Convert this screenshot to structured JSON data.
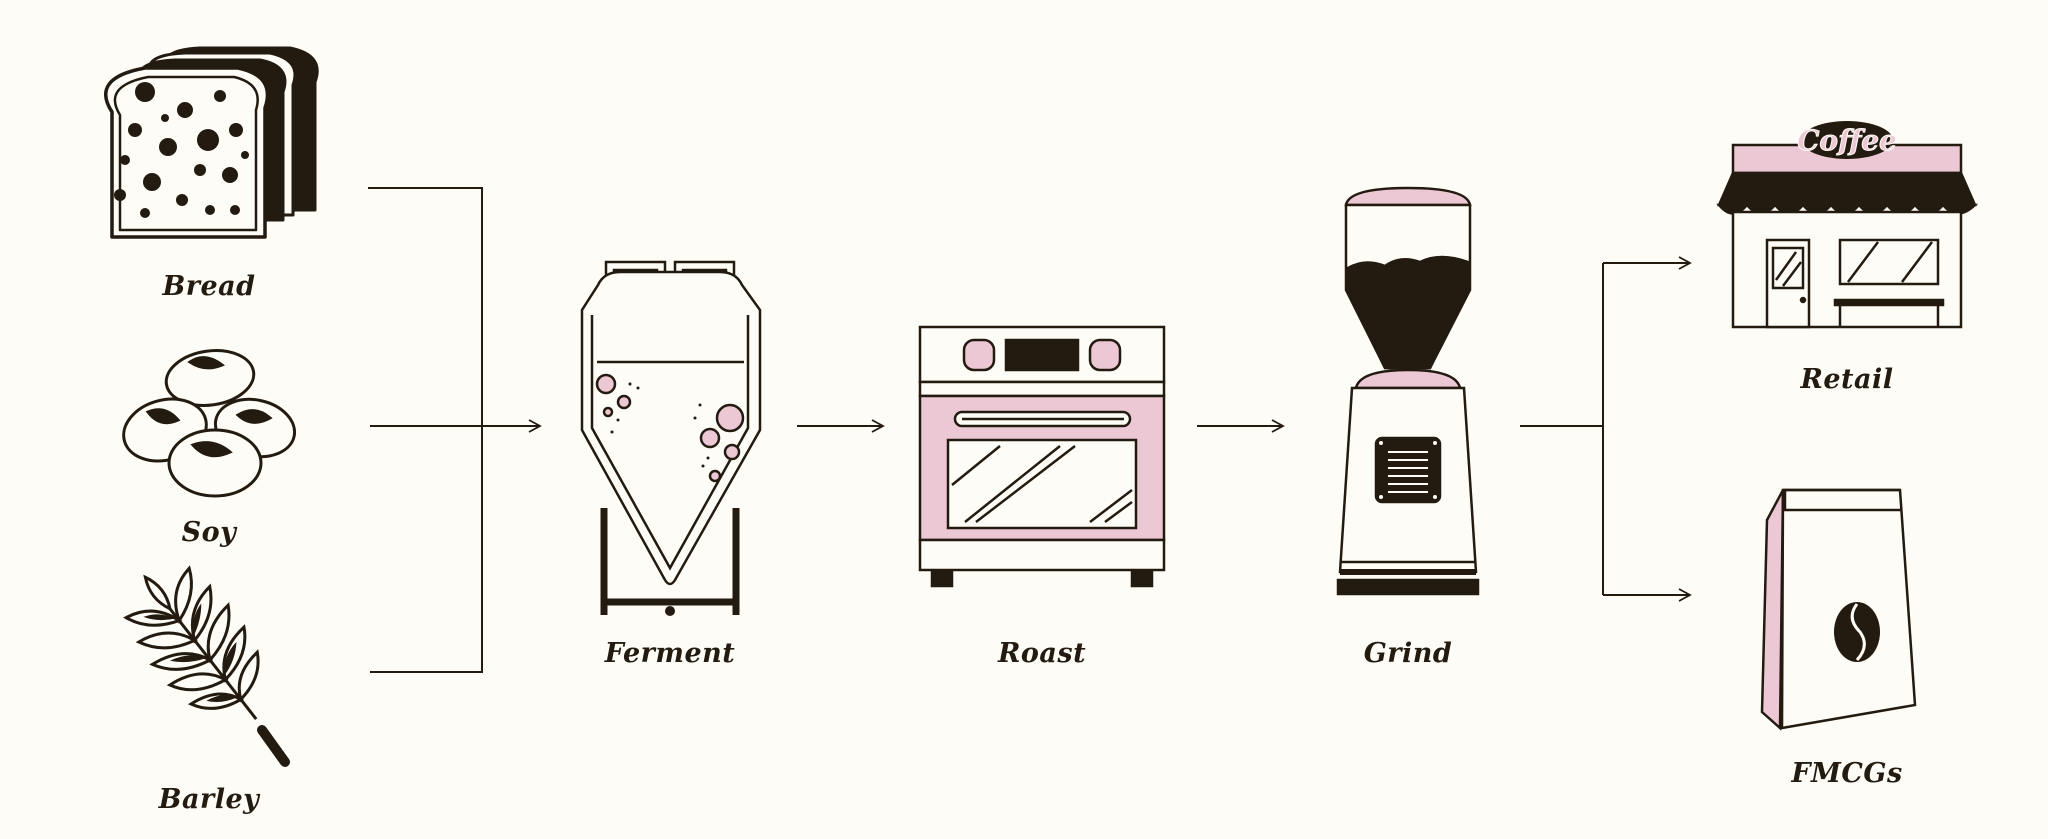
{
  "inputs": {
    "bread": "Bread",
    "soy": "Soy",
    "barley": "Barley"
  },
  "steps": {
    "ferment": "Ferment",
    "roast": "Roast",
    "grind": "Grind"
  },
  "outputs": {
    "retail": "Retail",
    "fmcgs": "FMCGs"
  },
  "store_sign": "Coffee",
  "colors": {
    "ink": "#231a10",
    "accent_pink": "#ecc8d5",
    "background": "#fdfcf6"
  }
}
